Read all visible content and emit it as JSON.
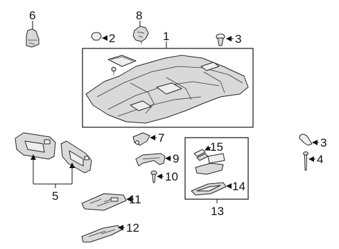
{
  "callouts": {
    "c1": "1",
    "c2": "2",
    "c3a": "3",
    "c3b": "3",
    "c4": "4",
    "c5": "5",
    "c6": "6",
    "c7": "7",
    "c8": "8",
    "c9": "9",
    "c10": "10",
    "c11": "11",
    "c12": "12",
    "c13": "13",
    "c14": "14",
    "c15": "15"
  },
  "colors": {
    "line": "#111111",
    "part_fill": "#d9d9d9",
    "background": "#ffffff"
  }
}
